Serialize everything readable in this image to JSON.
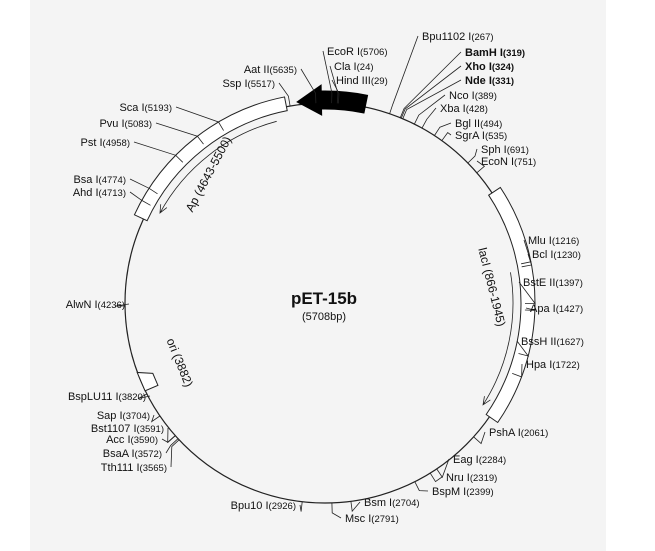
{
  "map": {
    "title": "pET-15b",
    "subtitle": "(5708bp)",
    "total_bp": 5708
  },
  "features": [
    {
      "id": "t7",
      "label": "",
      "start": 5640,
      "end": 5520,
      "style": "filled",
      "color": "#000000"
    },
    {
      "id": "ap",
      "label": "Ap (4643-5500)",
      "start": 5500,
      "end": 4643,
      "style": "box"
    },
    {
      "id": "laci",
      "label": "lacI (866-1945)",
      "start": 866,
      "end": 1945,
      "style": "box"
    },
    {
      "id": "ori",
      "label": "ori (3882)",
      "start": 3882,
      "end": 3882,
      "style": "tick"
    }
  ],
  "sites": [
    {
      "name": "Bpu1102 I",
      "pos": "(267)",
      "bold": false
    },
    {
      "name": "BamH I",
      "pos": "(319)",
      "bold": true
    },
    {
      "name": "Xho I",
      "pos": "(324)",
      "bold": true
    },
    {
      "name": "Nde I",
      "pos": "(331)",
      "bold": true
    },
    {
      "name": "Nco I",
      "pos": "(389)",
      "bold": false
    },
    {
      "name": "Xba I",
      "pos": "(428)",
      "bold": false
    },
    {
      "name": "Bgl II",
      "pos": "(494)",
      "bold": false
    },
    {
      "name": "SgrA I",
      "pos": "(535)",
      "bold": false
    },
    {
      "name": "Sph I",
      "pos": "(691)",
      "bold": false
    },
    {
      "name": "EcoN I",
      "pos": "(751)",
      "bold": false
    },
    {
      "name": "Mlu I",
      "pos": "(1216)",
      "bold": false
    },
    {
      "name": "Bcl I",
      "pos": "(1230)",
      "bold": false
    },
    {
      "name": "BstE II",
      "pos": "(1397)",
      "bold": false
    },
    {
      "name": "Apa I",
      "pos": "(1427)",
      "bold": false
    },
    {
      "name": "BssH II",
      "pos": "(1627)",
      "bold": false
    },
    {
      "name": "Hpa I",
      "pos": "(1722)",
      "bold": false
    },
    {
      "name": "PshA I",
      "pos": "(2061)",
      "bold": false
    },
    {
      "name": "Eag I",
      "pos": "(2284)",
      "bold": false
    },
    {
      "name": "Nru I",
      "pos": "(2319)",
      "bold": false
    },
    {
      "name": "BspM I",
      "pos": "(2399)",
      "bold": false
    },
    {
      "name": "Bsm I",
      "pos": "(2704)",
      "bold": false
    },
    {
      "name": "Msc I",
      "pos": "(2791)",
      "bold": false
    },
    {
      "name": "Bpu10 I",
      "pos": "(2926)",
      "bold": false
    },
    {
      "name": "Tth111 I",
      "pos": "(3565)",
      "bold": false
    },
    {
      "name": "BsaA I",
      "pos": "(3572)",
      "bold": false
    },
    {
      "name": "Acc I",
      "pos": "(3590)",
      "bold": false
    },
    {
      "name": "Bst1107 I",
      "pos": "(3591)",
      "bold": false
    },
    {
      "name": "Sap I",
      "pos": "(3704)",
      "bold": false
    },
    {
      "name": "BspLU11 I",
      "pos": "(3820)",
      "bold": false
    },
    {
      "name": "AlwN I",
      "pos": "(4236)",
      "bold": false
    },
    {
      "name": "Ahd I",
      "pos": "(4713)",
      "bold": false
    },
    {
      "name": "Bsa I",
      "pos": "(4774)",
      "bold": false
    },
    {
      "name": "Pst I",
      "pos": "(4958)",
      "bold": false
    },
    {
      "name": "Pvu I",
      "pos": "(5083)",
      "bold": false
    },
    {
      "name": "Sca I",
      "pos": "(5193)",
      "bold": false
    },
    {
      "name": "Ssp I",
      "pos": "(5517)",
      "bold": false
    },
    {
      "name": "Aat II",
      "pos": "(5635)",
      "bold": false
    },
    {
      "name": "EcoR I",
      "pos": "(5706)",
      "bold": false
    },
    {
      "name": "Cla I",
      "pos": "(24)",
      "bold": false
    },
    {
      "name": "Hind III",
      "pos": "(29)",
      "bold": false
    }
  ]
}
